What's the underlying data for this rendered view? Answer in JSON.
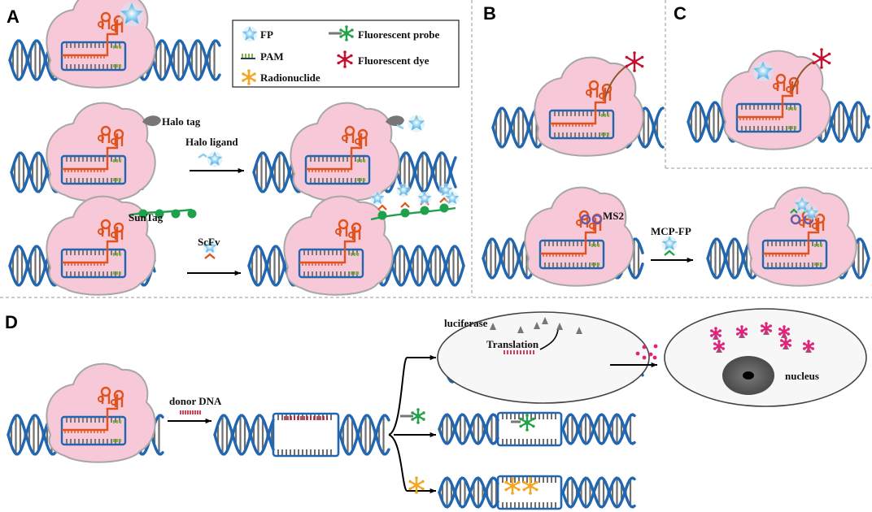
{
  "panels": {
    "a": "A",
    "b": "B",
    "c": "C",
    "d": "D"
  },
  "legend": {
    "fp": "FP",
    "pam": "PAM",
    "radionuclide": "Radionuclide",
    "probe": "Fluorescent probe",
    "dye": "Fluorescent dye"
  },
  "labels": {
    "halo_tag": "Halo tag",
    "halo_ligand": "Halo ligand",
    "suntag": "SunTag",
    "scfv": "ScFv",
    "ms2": "MS2",
    "mcp_fp": "MCP-FP",
    "donor_dna": "donor DNA",
    "luciferase": "luciferase",
    "translation": "Translation",
    "nucleus": "nucleus"
  },
  "colors": {
    "dna_strand": "#2166b0",
    "dna_rung": "#6e6e6e",
    "cas9_body": "#f6c8d8",
    "grna": "#e0531c",
    "pam": "#7fb63c",
    "fp_star": "#8ccdf0",
    "probe": "#22a34a",
    "dye": "#c8102e",
    "radionuclide": "#f5a623",
    "suntag_bead": "#1fa04a",
    "ms2_loop": "#6a5aa8",
    "pink_dot": "#e0247a"
  }
}
